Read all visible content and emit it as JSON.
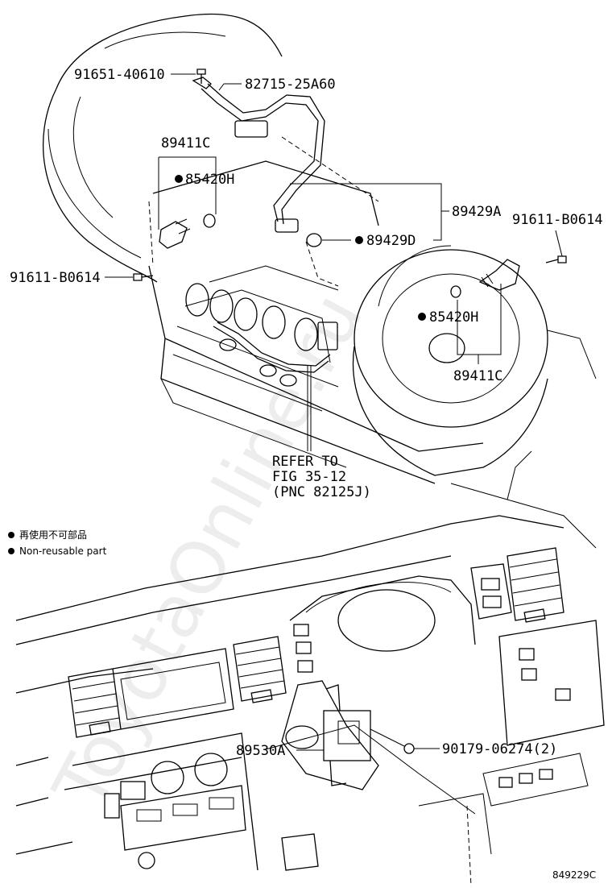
{
  "watermark": "ToyotaOnline.ru",
  "callouts": {
    "bolt_top": "91651-40610",
    "bracket": "82715-25A60",
    "sensor_left": "89411C",
    "oring_left": "85420H",
    "harness": "89429A",
    "clamp": "89429D",
    "bolt_right": "91611-B0614",
    "bolt_left": "91611-B0614",
    "oring_right": "85420H",
    "sensor_right": "89411C",
    "refer_line1": "REFER TO",
    "refer_line2": "FIG 35-12",
    "refer_line3": "(PNC 82125J)",
    "ecu": "89530A",
    "nut": "90179-06274(2)"
  },
  "legend": {
    "jp": "再使用不可部品",
    "en": "Non-reusable part"
  },
  "figure_id": "849229C"
}
